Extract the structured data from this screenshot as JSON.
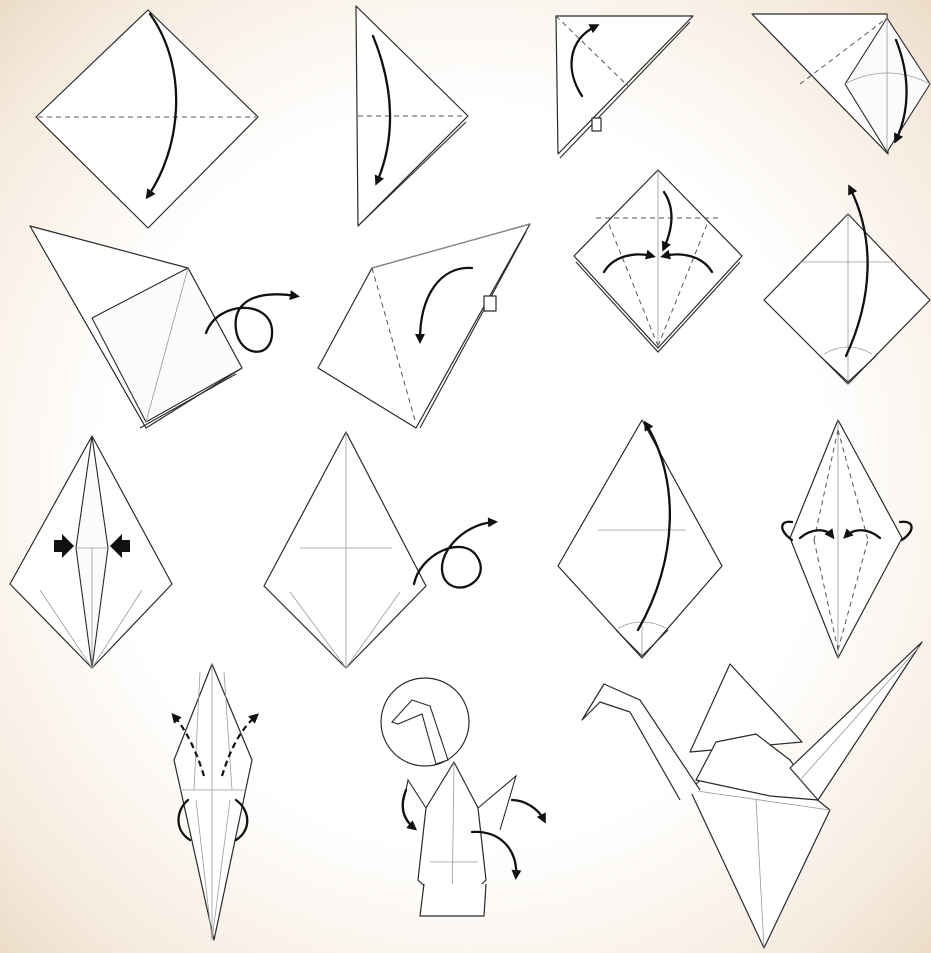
{
  "diagram": {
    "steps": [
      {
        "id": 1,
        "icon": "square-diagonal-fold"
      },
      {
        "id": 2,
        "icon": "triangle-fold"
      },
      {
        "id": 3,
        "icon": "small-triangle-fold"
      },
      {
        "id": 4,
        "icon": "squash-open"
      },
      {
        "id": 5,
        "icon": "turn-over"
      },
      {
        "id": 6,
        "icon": "squash-fold-other-side"
      },
      {
        "id": 7,
        "icon": "kite-fold"
      },
      {
        "id": 8,
        "icon": "petal-fold"
      },
      {
        "id": 9,
        "icon": "inward-push-fold"
      },
      {
        "id": 10,
        "icon": "turn-over-diamond"
      },
      {
        "id": 11,
        "icon": "petal-fold-other-side"
      },
      {
        "id": 12,
        "icon": "narrow-both-sides"
      },
      {
        "id": 13,
        "icon": "inside-reverse-fold"
      },
      {
        "id": 14,
        "icon": "head-reverse-fold"
      },
      {
        "id": 15,
        "icon": "finished-crane"
      }
    ],
    "colors": {
      "line": "#2a2a2a",
      "arrow": "#111111",
      "paper": "#ffffff",
      "background_edge": "#ecdcc8"
    }
  }
}
